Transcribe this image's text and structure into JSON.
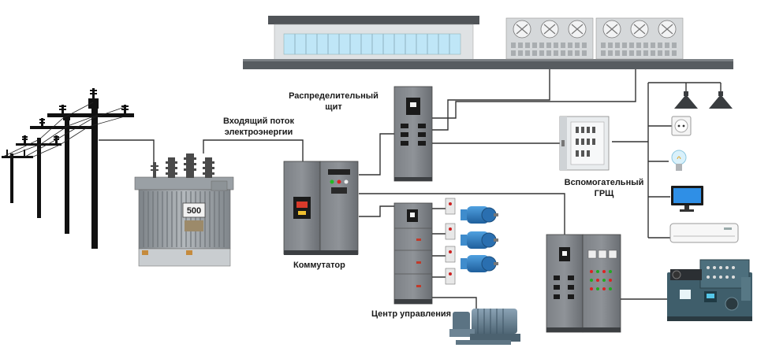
{
  "labels": {
    "incoming_flow_line1": "Входящий поток",
    "incoming_flow_line2": "электроэнергии",
    "distribution_board_line1": "Распределительный",
    "distribution_board_line2": "щит",
    "switchgear": "Коммутатор",
    "control_center": "Центр управления",
    "auxiliary_line1": "Вспомогательный",
    "auxiliary_line2": "ГРЩ"
  },
  "transformer": {
    "rating_plate": "500"
  },
  "colors": {
    "cabinet": "#6f7378",
    "cabinet_dark": "#4c5055",
    "wire": "#333333",
    "motor_blue": "#2f7fc4",
    "building_roof": "#555a5e",
    "window": "#bfe6f7",
    "compressor_body": "#3f5e6b"
  },
  "icons": [
    "power-pole-icon",
    "transformer-icon",
    "building-icon",
    "ac-fan-unit-icon",
    "cabinet-icon",
    "motor-icon",
    "pump-icon",
    "lamp-icon",
    "socket-icon",
    "light-bulb-icon",
    "monitor-icon",
    "air-conditioner-icon",
    "compressor-icon",
    "breaker-panel-icon"
  ]
}
